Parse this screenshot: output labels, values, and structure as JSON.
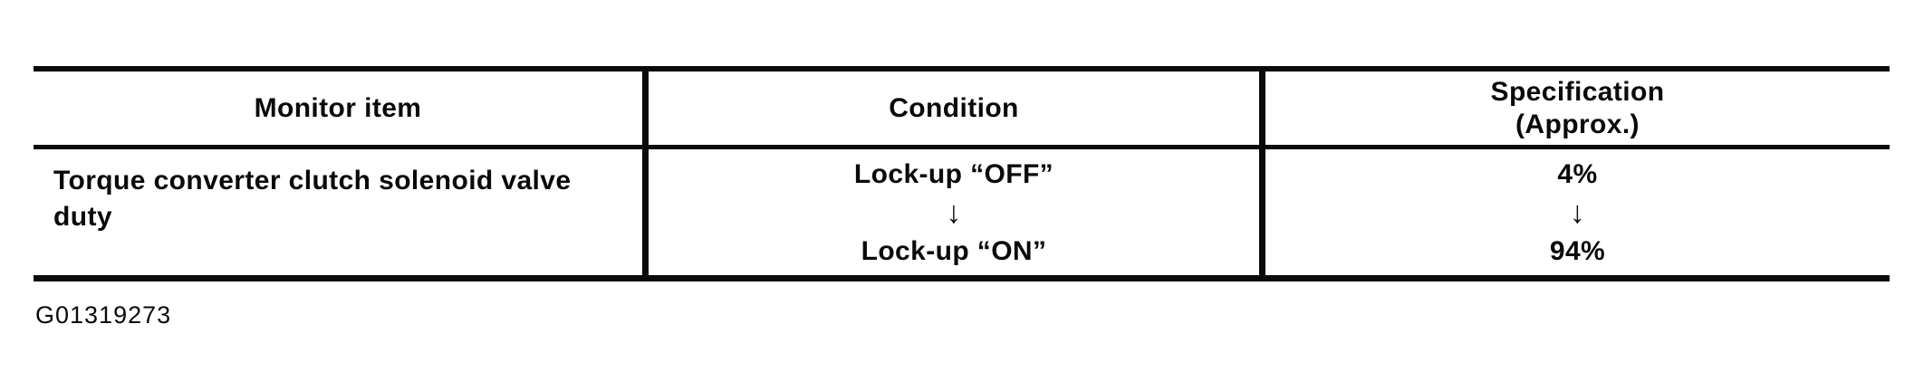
{
  "page": {
    "background": "#ffffff",
    "ink": "#0a0a0a"
  },
  "figure_caption": "G01319273",
  "table": {
    "headers": [
      {
        "line1": "Monitor item"
      },
      {
        "line1": "Condition"
      },
      {
        "line1": "Specification",
        "line2": "(Approx.)"
      }
    ],
    "rows": [
      {
        "monitor_item": "Torque converter clutch solenoid valve duty",
        "condition_start": "Lock-up “OFF”",
        "condition_arrow": "↓",
        "condition_end": "Lock-up “ON”",
        "spec_start": "4%",
        "spec_arrow": "↓",
        "spec_end": "94%"
      }
    ]
  }
}
